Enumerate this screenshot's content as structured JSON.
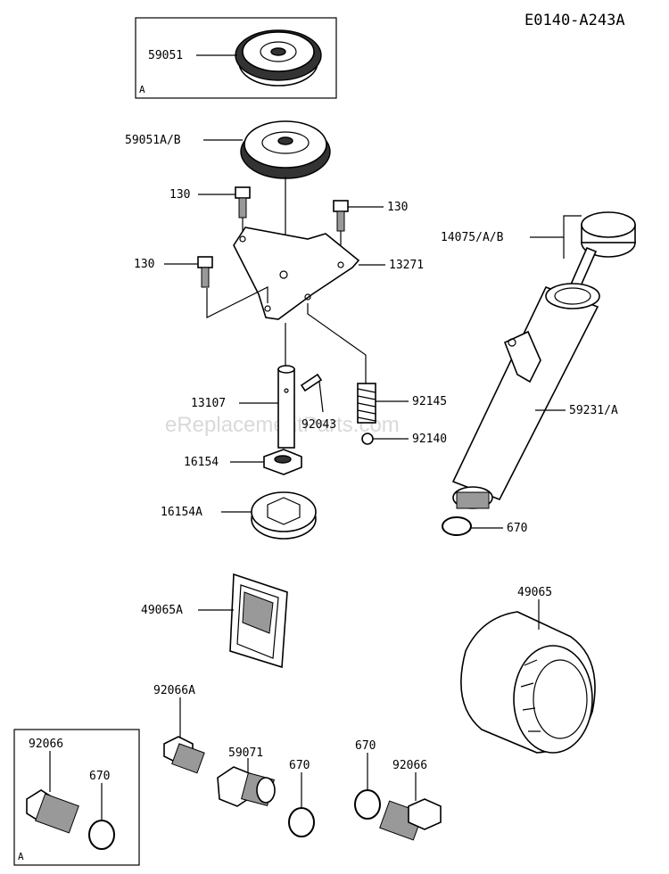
{
  "diagram_code": "E0140-A243A",
  "watermark": "eReplacementParts.com",
  "inset_letter": "A",
  "parts": {
    "gear_inset": "59051",
    "gear": "59051A/B",
    "bolt_left_upper": "130",
    "bolt_right": "130",
    "bolt_left_lower": "130",
    "cover_plate": "13271",
    "dipstick": "14075/A/B",
    "tube": "59231/A",
    "shaft": "13107",
    "pin": "92043",
    "spring": "92145",
    "ball": "92140",
    "rotor_inner": "16154",
    "rotor_outer": "16154A",
    "tube_oring": "670",
    "strainer": "49065A",
    "oil_filter": "49065",
    "plug_a": "92066A",
    "fitting": "59071",
    "oring_mid": "670",
    "oring_right": "670",
    "plug_right": "92066",
    "plug_inset": "92066",
    "oring_inset": "670"
  }
}
